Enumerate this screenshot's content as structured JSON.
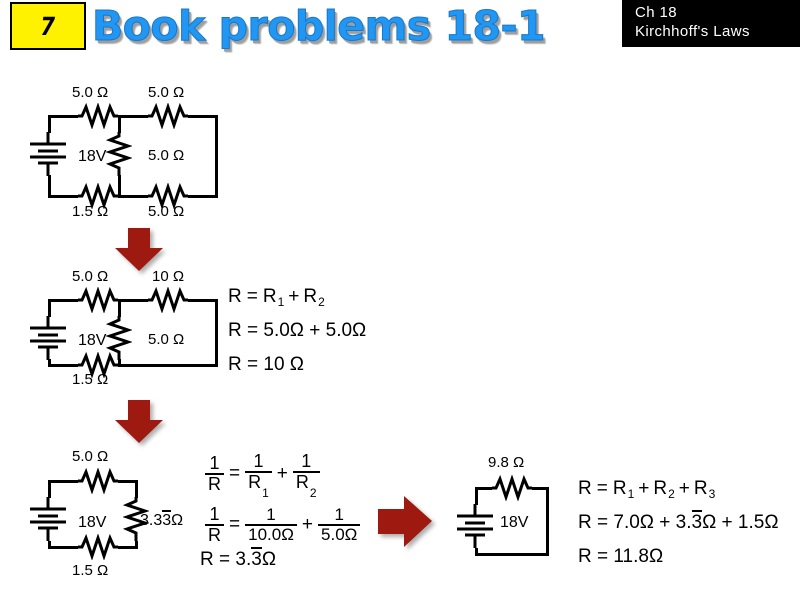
{
  "header": {
    "slide_number": "7",
    "title": "Book problems 18-1",
    "chapter": "Ch 18",
    "subject": "Kirchhoff's Laws",
    "badge_color": "#FFF200",
    "title_color": "#2196F3",
    "chbox_color": "#000000"
  },
  "arrows": {
    "color": "#9E1A10",
    "down_1": "arrow-down-icon",
    "down_2": "arrow-down-icon",
    "right_1": "arrow-right-icon"
  },
  "circuit1": {
    "name": "original-circuit",
    "battery": "18V",
    "r_top_left": "5.0 Ω",
    "r_top_right": "5.0 Ω",
    "r_middle": "5.0 Ω",
    "r_bottom_left": "1.5 Ω",
    "r_bottom_right": "5.0 Ω"
  },
  "circuit2": {
    "name": "series-combined-circuit",
    "battery": "18V",
    "r_top_left": "5.0 Ω",
    "r_top_right": "10 Ω",
    "r_middle": "5.0 Ω",
    "r_bottom_left": "1.5 Ω"
  },
  "circuit3": {
    "name": "parallel-combined-circuit",
    "battery": "18V",
    "r_top": "5.0 Ω",
    "r_right_value": "3.3",
    "r_right_unit": "Ω",
    "r_right_repeat": "3",
    "r_bottom": "1.5 Ω"
  },
  "circuit4": {
    "name": "final-equivalent-circuit",
    "battery": "18V",
    "r_top": "9.8 Ω"
  },
  "equations_series": {
    "line1_lhs": "R",
    "line1_eq": "=",
    "line1_r1": "R",
    "line1_sub1": "1",
    "line1_plus": "+",
    "line1_r2": "R",
    "line1_sub2": "2",
    "line2": "R = 5.0Ω + 5.0Ω",
    "line3": "R = 10 Ω"
  },
  "equations_parallel": {
    "l1_lhs_num": "1",
    "l1_lhs_den": "R",
    "l1_eq": "=",
    "l1_t1_num": "1",
    "l1_t1_den": "R",
    "l1_t1_sub": "1",
    "l1_plus": "+",
    "l1_t2_num": "1",
    "l1_t2_den": "R",
    "l1_t2_sub": "2",
    "l2_lhs_num": "1",
    "l2_lhs_den": "R",
    "l2_eq": "=",
    "l2_t1_num": "1",
    "l2_t1_den": "10.0Ω",
    "l2_plus": "+",
    "l2_t2_num": "1",
    "l2_t2_den": "5.0Ω",
    "l3_prefix": "R =  3.",
    "l3_repeat": "3",
    "l3_unit": " Ω"
  },
  "equations_final": {
    "line1_lhs": "R",
    "line1_eq": "=",
    "line1_r1": "R",
    "line1_sub1": "1",
    "line1_plus1": "+",
    "line1_r2": "R",
    "line1_sub2": "2",
    "line1_plus2": "+",
    "line1_r3": "R",
    "line1_sub3": "3",
    "line2_prefix": "R = 7.0Ω + 3.",
    "line2_repeat": "3",
    "line2_suffix": "Ω + 1.5Ω",
    "line3": "R = 11.8Ω"
  }
}
